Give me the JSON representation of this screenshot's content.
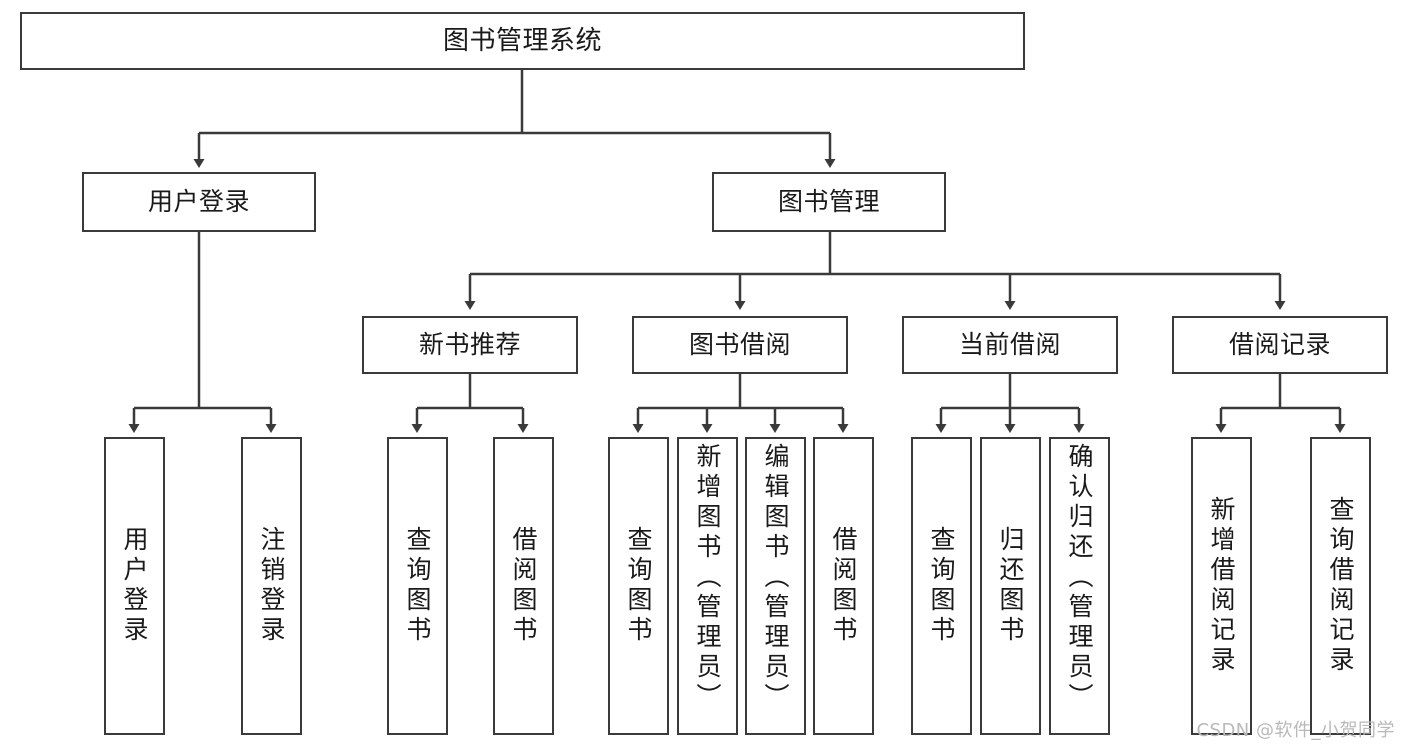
{
  "diagram": {
    "title": "图书管理系统",
    "type": "tree-hierarchy",
    "root": {
      "id": "root",
      "label": "图书管理系统"
    },
    "level2": [
      {
        "id": "user-login",
        "label": "用户登录"
      },
      {
        "id": "book-management",
        "label": "图书管理"
      }
    ],
    "level3": [
      {
        "id": "new-book-recommend",
        "label": "新书推荐",
        "parent": "book-management"
      },
      {
        "id": "book-borrow",
        "label": "图书借阅",
        "parent": "book-management"
      },
      {
        "id": "current-borrow",
        "label": "当前借阅",
        "parent": "book-management"
      },
      {
        "id": "borrow-record",
        "label": "借阅记录",
        "parent": "book-management"
      }
    ],
    "leaves": {
      "user-login": [
        {
          "id": "leaf-user-login",
          "label": "用户登录"
        },
        {
          "id": "leaf-logout",
          "label": "注销登录"
        }
      ],
      "new-book-recommend": [
        {
          "id": "leaf-query-book-1",
          "label": "查询图书"
        },
        {
          "id": "leaf-borrow-book-1",
          "label": "借阅图书"
        }
      ],
      "book-borrow": [
        {
          "id": "leaf-query-book-2",
          "label": "查询图书"
        },
        {
          "id": "leaf-add-book",
          "label": "新增图书（管理员）"
        },
        {
          "id": "leaf-edit-book",
          "label": "编辑图书（管理员）"
        },
        {
          "id": "leaf-borrow-book-2",
          "label": "借阅图书"
        }
      ],
      "current-borrow": [
        {
          "id": "leaf-query-book-3",
          "label": "查询图书"
        },
        {
          "id": "leaf-return-book",
          "label": "归还图书"
        },
        {
          "id": "leaf-confirm-return",
          "label": "确认归还（管理员）"
        }
      ],
      "borrow-record": [
        {
          "id": "leaf-add-record",
          "label": "新增借阅记录"
        },
        {
          "id": "leaf-query-record",
          "label": "查询借阅记录"
        }
      ]
    }
  },
  "watermark": {
    "text": "CSDN @软件_小贺同学"
  },
  "colors": {
    "border": "#3a3a3a",
    "text": "#1a1a1a",
    "background": "#ffffff",
    "watermark": "#b9b9b9"
  }
}
